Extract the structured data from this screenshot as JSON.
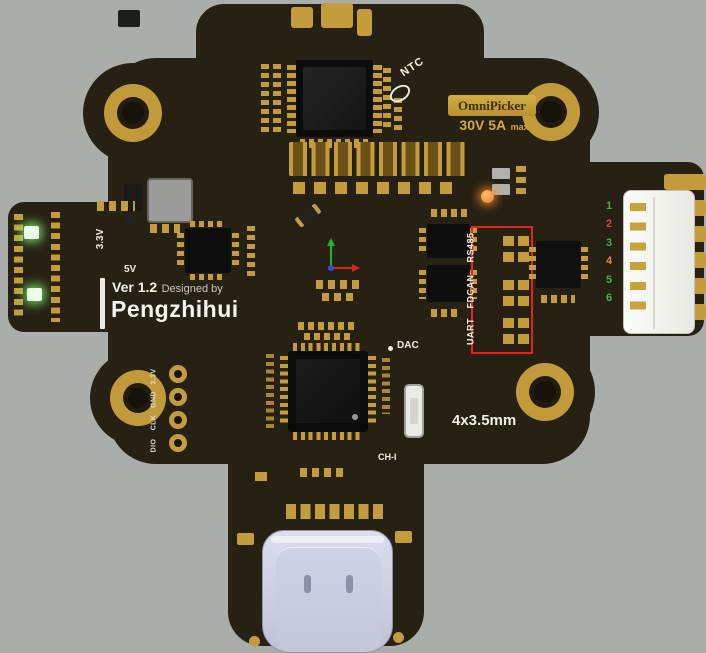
{
  "scene": {
    "background_color": "#a9aeab",
    "board_color": "#272113",
    "gold_color": "#c49c3c",
    "annotation_color": "#e6241a",
    "status_led_color": "#ff8c1e",
    "indicator_led_color": "#8cff7a"
  },
  "brand": {
    "plate": "OmniPicker",
    "rating": "30V 5A",
    "rating_suffix": "max"
  },
  "silkscreen": {
    "ntc": "NTC",
    "rail_3v3": "3.3V",
    "rail_5v": "5V",
    "version": "Ver 1.2",
    "designed_by": "Designed by",
    "designer": "Pengzhihui",
    "dac": "DAC",
    "ch_i": "CH-I",
    "mount_spec": "4x3.5mm"
  },
  "bus_labels": [
    "RS485",
    "FDCAN",
    "UART"
  ],
  "debug_pads": [
    "3.3V",
    "GND",
    "CLK",
    "DIO"
  ],
  "connector_pins": [
    {
      "n": "1",
      "color": "#43b54a"
    },
    {
      "n": "2",
      "color": "#d6503c"
    },
    {
      "n": "3",
      "color": "#43b54a"
    },
    {
      "n": "4",
      "color": "#e2913a"
    },
    {
      "n": "5",
      "color": "#43b54a"
    },
    {
      "n": "6",
      "color": "#43b54a"
    }
  ]
}
